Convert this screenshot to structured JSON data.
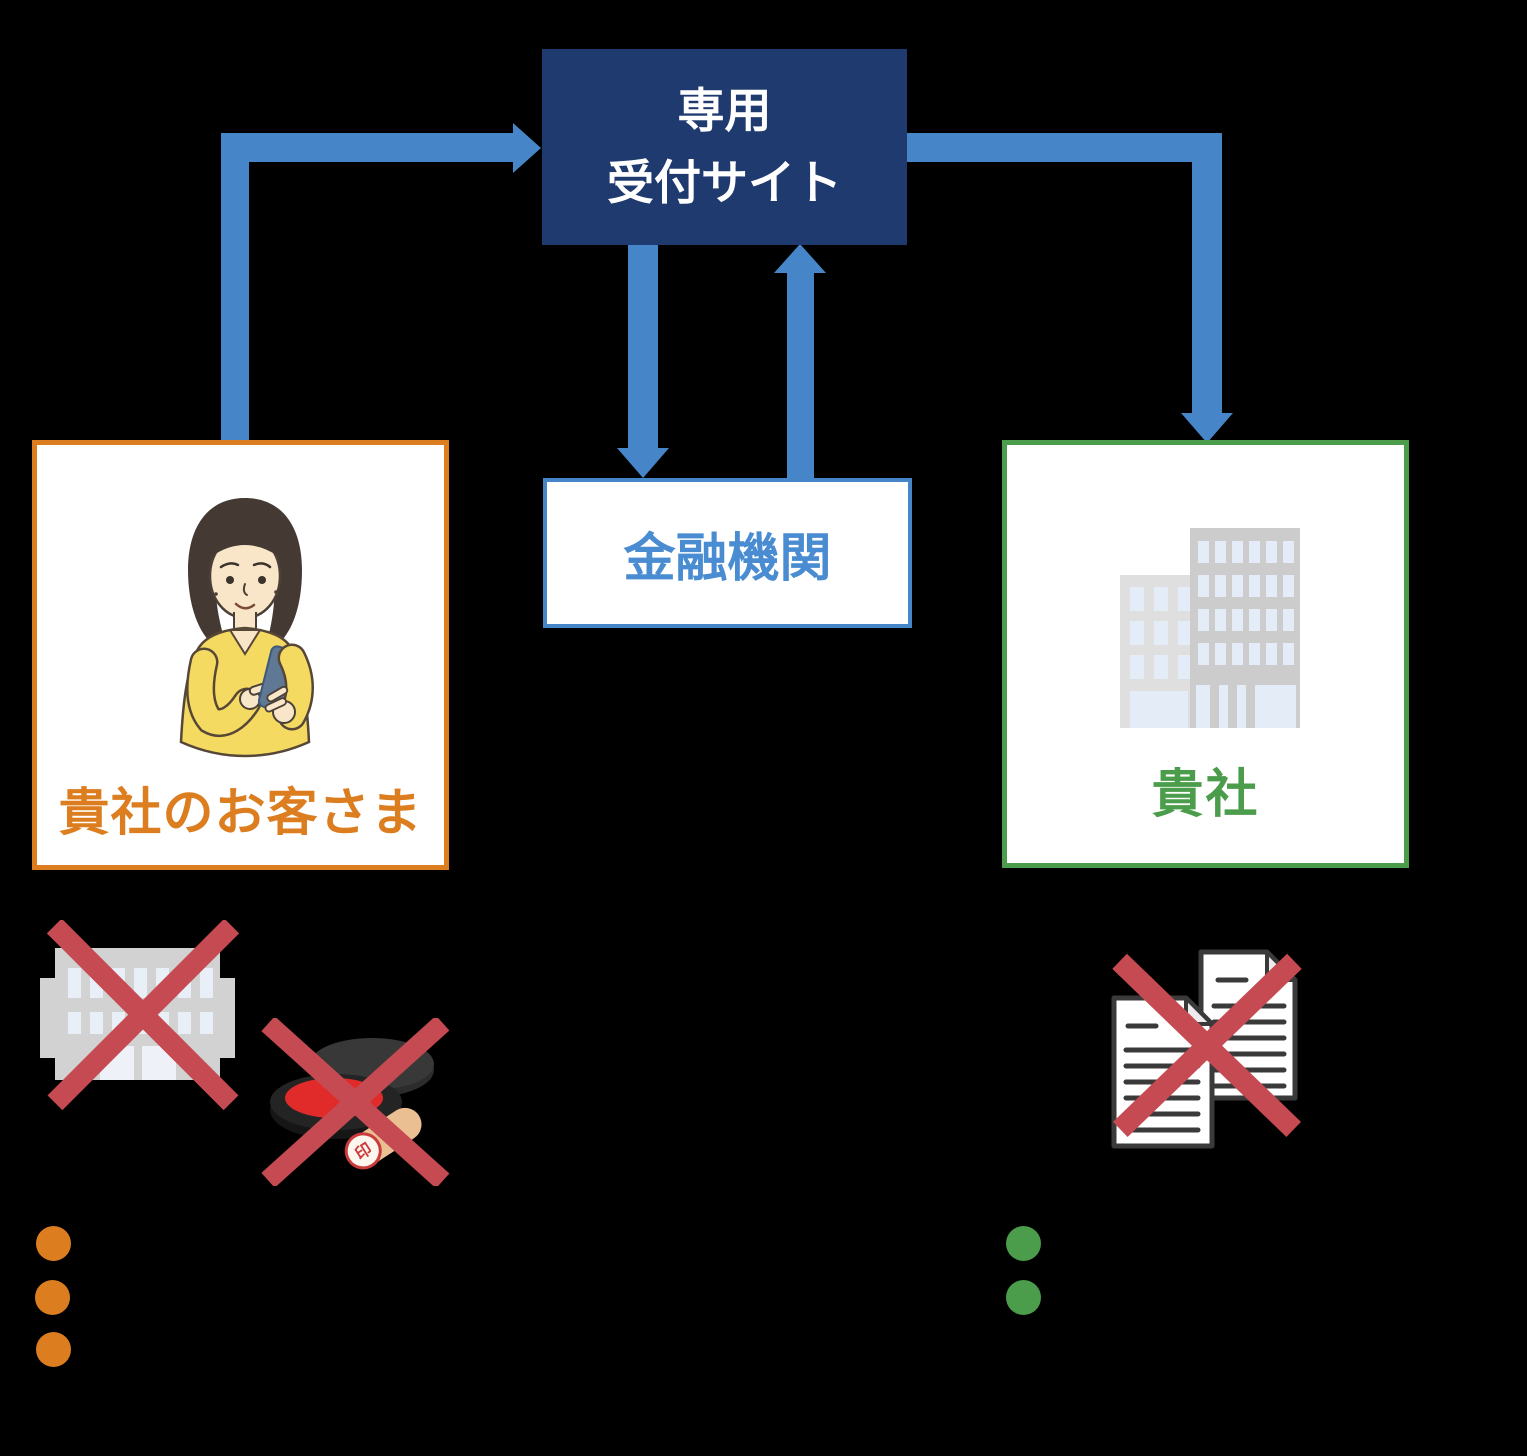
{
  "diagram": {
    "reception_site_box": {
      "line1": "専用",
      "line2": "受付サイト"
    },
    "financial_institution_box": {
      "label": "金融機関"
    },
    "customer_box": {
      "label": "貴社のお客さま"
    },
    "company_box": {
      "label": "貴社"
    },
    "crossed_out": {
      "bank_branch_icon": "bank-branch-building-crossed",
      "seal_icon": "inkan-seal-and-inkpad-crossed",
      "seal_stamp_character": "印",
      "documents_icon": "paper-documents-crossed"
    },
    "customer_bullet_count": 3,
    "company_bullet_count": 2
  },
  "colors": {
    "navy": "#1f3a6e",
    "arrow-blue": "#4585c8",
    "blue-text": "#4a8cd2",
    "orange": "#dc7e20",
    "green": "#4b9d4b",
    "cross-red": "#c54a52"
  }
}
